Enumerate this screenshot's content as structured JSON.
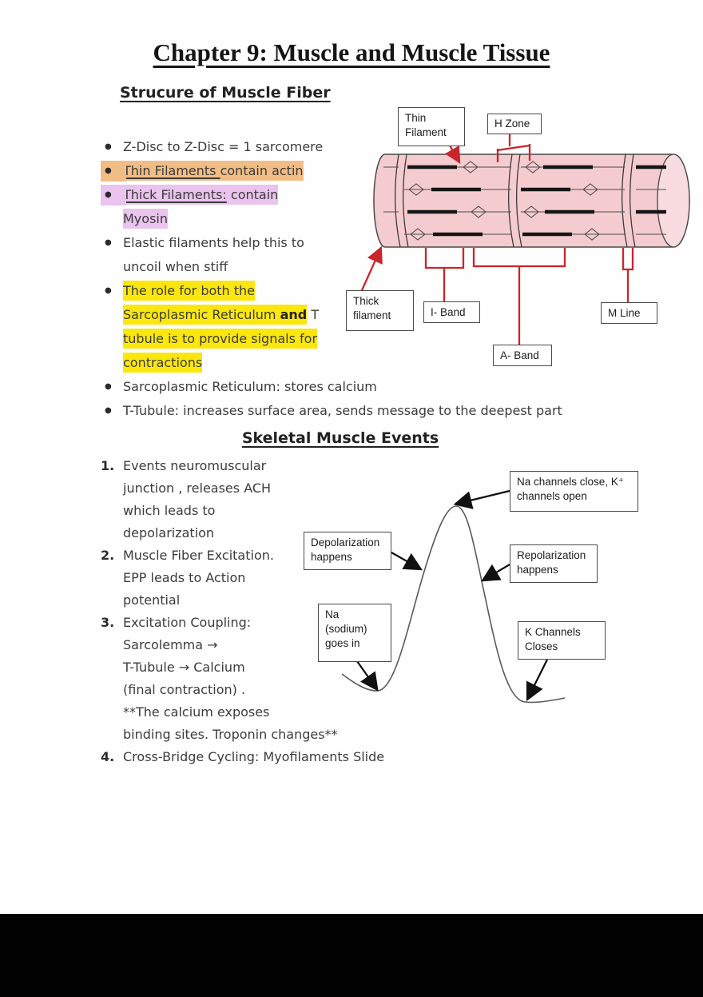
{
  "page": {
    "title": "Chapter 9: Muscle and Muscle Tissue"
  },
  "palette": {
    "orange": "#f2bd85",
    "purple": "#eac3ee",
    "yellow": "#fbe70e",
    "red": "#c9252c",
    "fiber_body_pink": "#f4cbce",
    "fiber_cap_pink": "#f8dcdf",
    "footer_band": "#010101"
  },
  "section1": {
    "heading": "Strucure of Muscle Fiber",
    "bullets": [
      {
        "segments": [
          {
            "t": "Z-Disc to Z-Disc = 1 sarcomere"
          }
        ]
      },
      {
        "bullet_hl": "orange",
        "segments": [
          {
            "t": "Thin Filaments ",
            "hl": "orange",
            "u": 1
          },
          {
            "t": "contain actin",
            "hl": "orange"
          }
        ]
      },
      {
        "bullet_hl": "purple",
        "segments": [
          {
            "t": "Thick Filaments:",
            "hl": "purple",
            "u": 1
          },
          {
            "t": " contain",
            "hl": "purple"
          },
          {
            "br": 1
          },
          {
            "t": "Myosin",
            "hl": "purple"
          }
        ]
      },
      {
        "segments": [
          {
            "t": "Elastic filaments help this to"
          },
          {
            "br": 1
          },
          {
            "t": "uncoil when stiff"
          }
        ]
      },
      {
        "segments": [
          {
            "t": "The role for both the",
            "hl": "yellow"
          },
          {
            "br": 1
          },
          {
            "t": "Sarcoplasmic Reticulum ",
            "hl": "yellow"
          },
          {
            "t": "and",
            "hl": "yellow",
            "b": 1
          },
          {
            "t": " T"
          },
          {
            "br": 1
          },
          {
            "t": "tubule is to provide signals for",
            "hl": "yellow"
          },
          {
            "br": 1
          },
          {
            "t": "contractions",
            "hl": "yellow"
          }
        ]
      },
      {
        "segments": [
          {
            "t": "Sarcoplasmic Reticulum: stores calcium"
          }
        ]
      },
      {
        "segments": [
          {
            "t": "T-Tubule: increases surface area, sends message to the deepest part"
          }
        ]
      }
    ]
  },
  "fiber_diagram": {
    "labels": {
      "thin_filament": "Thin\nFilament",
      "h_zone": "H Zone",
      "thick_filament": "Thick\nfilament",
      "i_band": "I- Band",
      "m_line": "M Line",
      "a_band": "A- Band"
    }
  },
  "section2": {
    "heading": "Skeletal Muscle Events",
    "items": [
      {
        "segments": [
          {
            "t": "Events neuromuscular"
          },
          {
            "br": 1
          },
          {
            "t": "junction , releases ACH"
          },
          {
            "br": 1
          },
          {
            "t": "which leads to"
          },
          {
            "br": 1
          },
          {
            "t": "depolarization"
          }
        ]
      },
      {
        "segments": [
          {
            "t": "Muscle Fiber Excitation."
          },
          {
            "br": 1
          },
          {
            "t": "EPP leads to Action"
          },
          {
            "br": 1
          },
          {
            "t": "potential"
          }
        ]
      },
      {
        "segments": [
          {
            "t": "Excitation Coupling:"
          },
          {
            "br": 1
          },
          {
            "t": "Sarcolemma →"
          },
          {
            "br": 1
          },
          {
            "t": "T-Tubule → Calcium"
          },
          {
            "br": 1
          },
          {
            "t": "(final contraction) ."
          },
          {
            "br": 1
          },
          {
            "t": "**The calcium exposes"
          },
          {
            "br": 1
          },
          {
            "t": "binding sites. Troponin changes**"
          }
        ]
      },
      {
        "segments": [
          {
            "t": "Cross-Bridge Cycling: Myofilaments Slide"
          }
        ]
      }
    ]
  },
  "ap_diagram": {
    "labels": {
      "na_close": "Na channels close, K⁺\nchannels open",
      "depolarization": "Depolarization\nhappens",
      "repolarization": "Repolarization\nhappens",
      "na_in": "Na\n(sodium)\ngoes in",
      "k_close": "K Channels\nCloses"
    }
  }
}
